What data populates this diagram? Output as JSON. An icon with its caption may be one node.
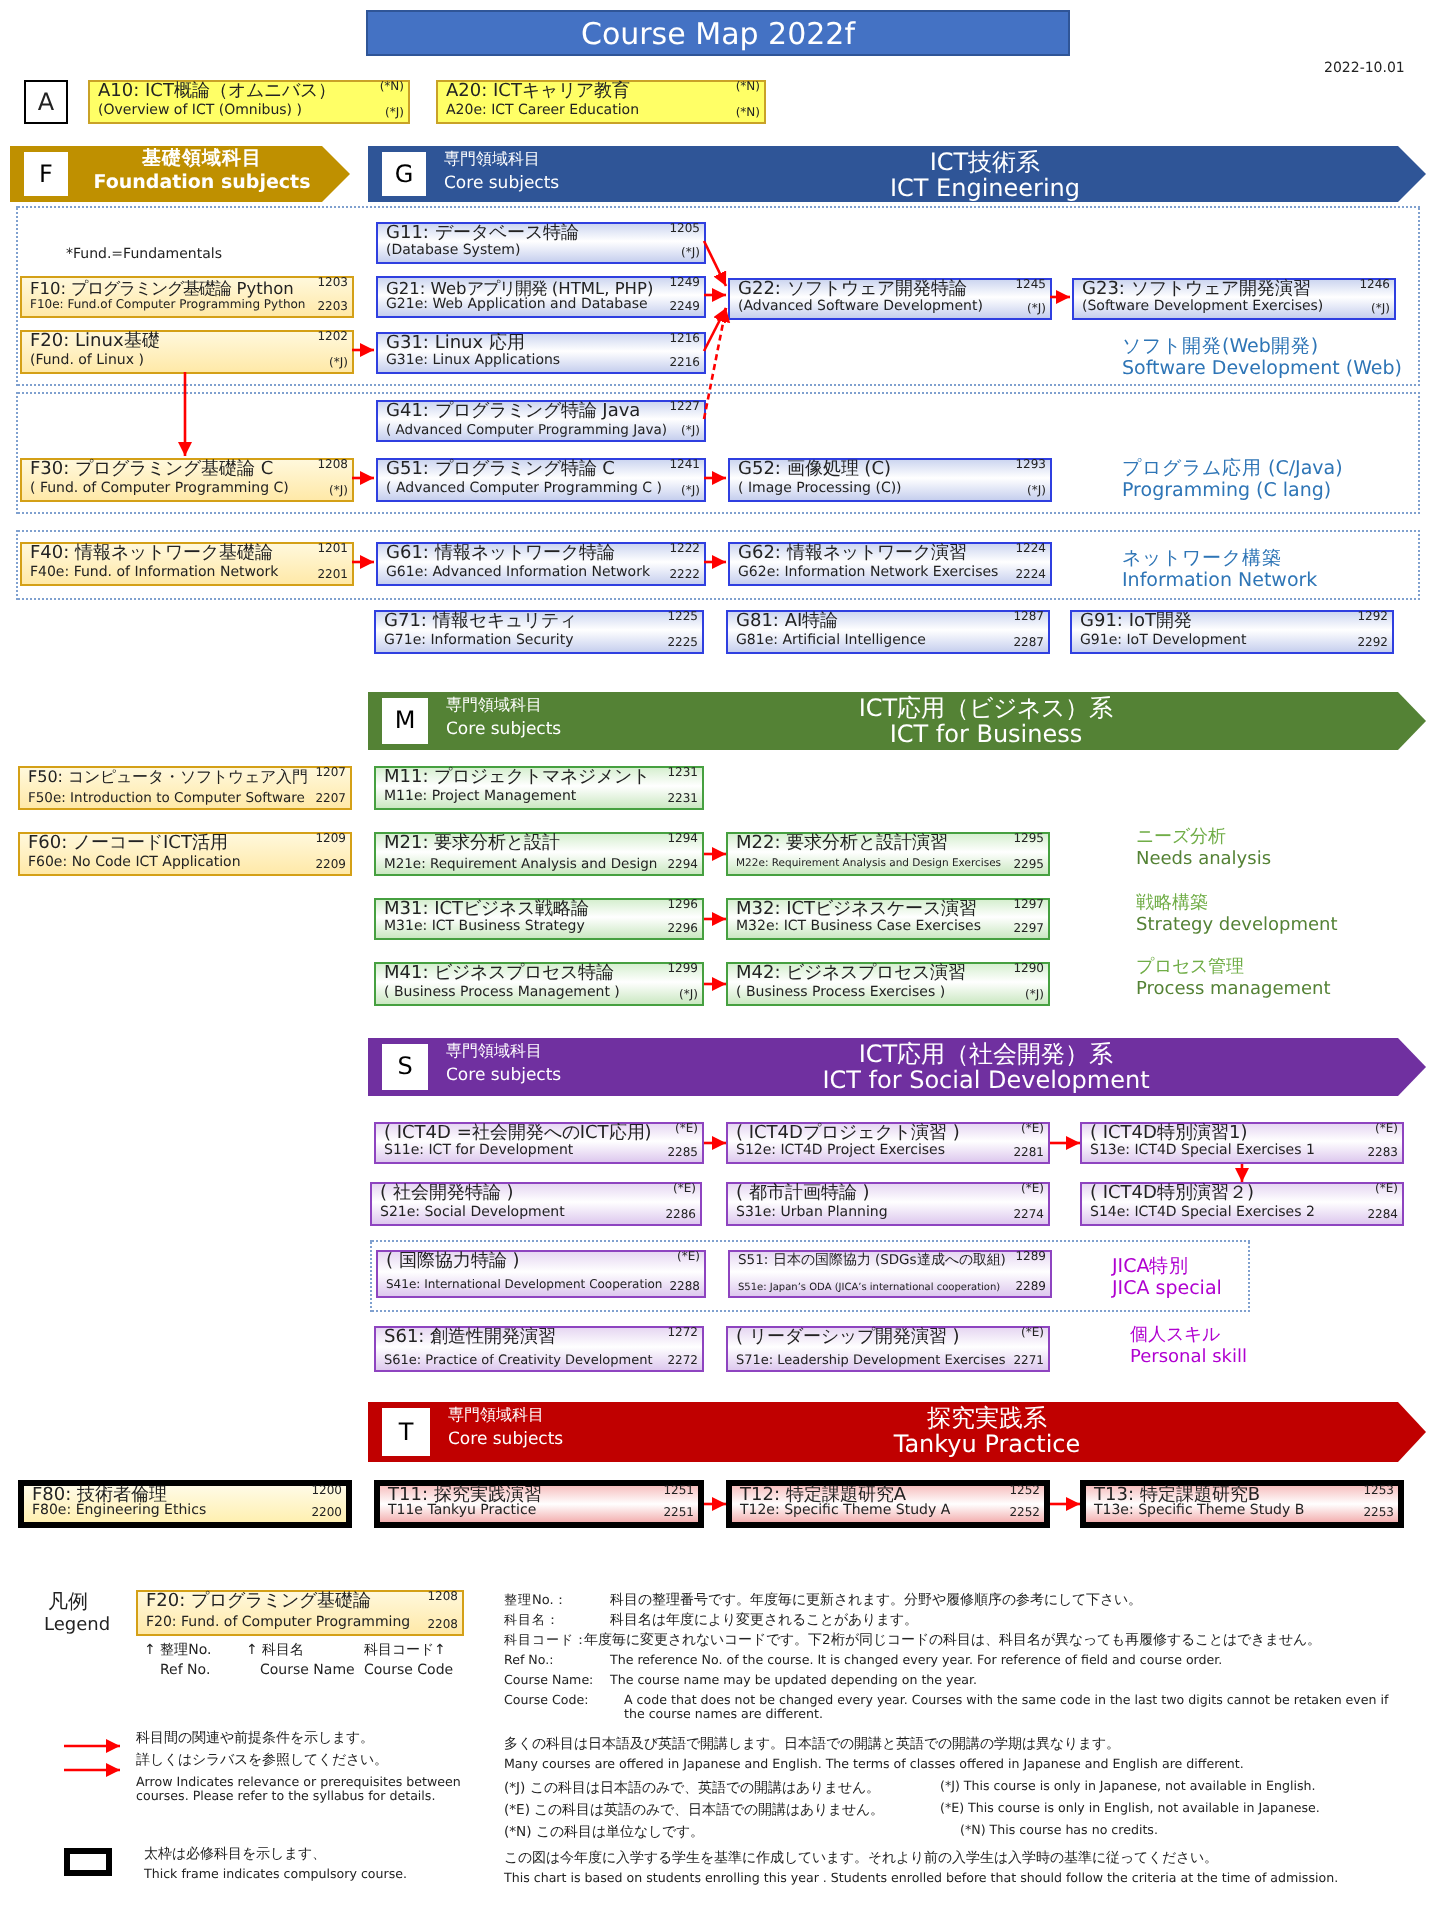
{
  "diagram": {
    "title": "Course Map 2022f",
    "nodes": [
      {
        "text": [
          "A"
        ]
      },
      {
        "text": [
          "A10: ICT概論（オムニバス）",
          "(*N)",
          "(Overview of ICT (Omnibus) )",
          "(*J)"
        ]
      },
      {
        "text": [
          "A20: ICTキャリア教育",
          "(*N)",
          "A20e: ICT Career Education",
          "(*N)"
        ]
      },
      {
        "text": [
          "F",
          "基礎領域科目",
          "Foundation subjects"
        ]
      },
      {
        "text": [
          "G",
          "専門領域科目",
          "Core subjects",
          "ICT技術系",
          "ICT Engineering"
        ]
      },
      {
        "text": [
          "ソフト開発(Web開発)",
          "Software Development (Web)"
        ]
      },
      {
        "text": [
          "G11: データベース特論",
          "1205",
          "(Database System)",
          "(*J)"
        ],
        "in": 5
      },
      {
        "text": [
          "F10: プログラミング基礎論 Python",
          "1203",
          "F10e: Fund.of Computer Programming Python",
          "2203"
        ],
        "in": 5
      },
      {
        "text": [
          "G21: Webアプリ開発 (HTML, PHP)",
          "1249",
          "G21e: Web Application and Database",
          "2249"
        ],
        "in": 5
      },
      {
        "text": [
          "G22: ソフトウェア開発特論",
          "1245",
          "(Advanced Software Development)",
          "(*J)"
        ],
        "in": 5
      },
      {
        "text": [
          "G23: ソフトウェア開発演習",
          "1246",
          "(Software Development Exercises)",
          "(*J)"
        ],
        "in": 5
      },
      {
        "text": [
          "F20: Linux基礎",
          "1202",
          "(Fund. of Linux )",
          "(*J)"
        ],
        "in": 5
      },
      {
        "text": [
          "G31: Linux 応用",
          "1216",
          "G31e: Linux Applications",
          "2216"
        ],
        "in": 5
      },
      {
        "text": [
          "プログラム応用 (C/Java)",
          "Programming (C lang)"
        ]
      },
      {
        "text": [
          "G41: プログラミング特論 Java",
          "1227",
          "( Advanced Computer Programming Java)",
          "(*J)"
        ],
        "in": 13
      },
      {
        "text": [
          "F30: プログラミング基礎論 C",
          "1208",
          "( Fund. of Computer Programming C)",
          "(*J)"
        ],
        "in": 13
      },
      {
        "text": [
          "G51: プログラミング特論 C",
          "1241",
          "( Advanced Computer Programming C )",
          "(*J)"
        ],
        "in": 13
      },
      {
        "text": [
          "G52: 画像処理 (C)",
          "1293",
          "( Image Processing (C))",
          "(*J)"
        ],
        "in": 13
      },
      {
        "text": [
          "ネットワーク構築",
          "Information Network"
        ]
      },
      {
        "text": [
          "F40: 情報ネットワーク基礎論",
          "1201",
          "F40e: Fund. of Information Network",
          "2201"
        ],
        "in": 18
      },
      {
        "text": [
          "G61: 情報ネットワーク特論",
          "1222",
          "G61e: Advanced Information Network",
          "2222"
        ],
        "in": 18
      },
      {
        "text": [
          "G62: 情報ネットワーク演習",
          "1224",
          "G62e: Information Network Exercises",
          "2224"
        ],
        "in": 18
      },
      {
        "text": [
          "G71: 情報セキュリティ",
          "1225",
          "G71e: Information Security",
          "2225"
        ]
      },
      {
        "text": [
          "G81: AI特論",
          "1287",
          "G81e: Artificial Intelligence",
          "2287"
        ]
      },
      {
        "text": [
          "G91: IoT開発",
          "1292",
          "G91e: IoT Development",
          "2292"
        ]
      },
      {
        "text": [
          "M",
          "専門領域科目",
          "Core subjects",
          "ICT応用（ビジネス）系",
          "ICT for Business"
        ]
      },
      {
        "text": [
          "F50: コンピュータ・ソフトウェア入門",
          "1207",
          "F50e: Introduction to Computer Software",
          "2207"
        ]
      },
      {
        "text": [
          "M11: プロジェクトマネジメント",
          "1231",
          "M11e: Project Management",
          "2231"
        ]
      },
      {
        "text": [
          "F60: ノーコードICT活用",
          "1209",
          "F60e: No Code ICT Application",
          "2209"
        ]
      },
      {
        "text": [
          "M21: 要求分析と設計",
          "1294",
          "M21e: Requirement Analysis and Design",
          "2294"
        ]
      },
      {
        "text": [
          "M22: 要求分析と設計演習",
          "1295",
          "M22e: Requirement Analysis and Design Exercises",
          "2295"
        ]
      },
      {
        "text": [
          "M31: ICTビジネス戦略論",
          "1296",
          "M31e: ICT Business Strategy",
          "2296"
        ]
      },
      {
        "text": [
          "M32: ICTビジネスケース演習",
          "1297",
          "M32e: ICT Business Case Exercises",
          "2297"
        ]
      },
      {
        "text": [
          "M41: ビジネスプロセス特論",
          "1299",
          "( Business Process Management )",
          "(*J)"
        ]
      },
      {
        "text": [
          "M42: ビジネスプロセス演習",
          "1290",
          "( Business Process Exercises )",
          "(*J)"
        ]
      },
      {
        "text": [
          "S",
          "専門領域科目",
          "Core subjects",
          "ICT応用（社会開発）系",
          "ICT for Social Development"
        ]
      },
      {
        "text": [
          "( ICT4D =社会開発へのICT応用)",
          "(*E)",
          "S11e: ICT for Development",
          "2285"
        ]
      },
      {
        "text": [
          "( ICT4Dプロジェクト演習 )",
          "(*E)",
          "S12e: ICT4D Project Exercises",
          "2281"
        ]
      },
      {
        "text": [
          "( ICT4D特別演習1)",
          "(*E)",
          "S13e: ICT4D Special Exercises 1",
          "2283"
        ]
      },
      {
        "text": [
          "( 社会開発特論 )",
          "(*E)",
          "S21e: Social Development",
          "2286"
        ]
      },
      {
        "text": [
          "( 都市計画特論 )",
          "(*E)",
          "S31e: Urban Planning",
          "2274"
        ]
      },
      {
        "text": [
          "( ICT4D特別演習２)",
          "(*E)",
          "S14e: ICT4D Special Exercises 2",
          "2284"
        ]
      },
      {
        "text": [
          "JICA特別",
          "JICA special"
        ]
      },
      {
        "text": [
          "( 国際協力特論 )",
          "(*E)",
          "S41e: International Development Cooperation",
          "2288"
        ],
        "in": 42
      },
      {
        "text": [
          "S51: 日本の国際協力 (SDGs達成への取組)",
          "1289",
          "S51e: Japan’s ODA (JICA’s international cooperation)",
          "2289"
        ],
        "in": 42
      },
      {
        "text": [
          "S61: 創造性開発演習",
          "1272",
          "S61e: Practice of Creativity Development",
          "2272"
        ]
      },
      {
        "text": [
          "( リーダーシップ開発演習 )",
          "(*E)",
          "S71e: Leadership Development Exercises",
          "2271"
        ]
      },
      {
        "text": [
          "T",
          "専門領域科目",
          "Core subjects",
          "探究実践系",
          "Tankyu Practice"
        ]
      },
      {
        "text": [
          "F80: 技術者倫理",
          "1200",
          "F80e: Engineering Ethics",
          "2200"
        ]
      },
      {
        "text": [
          "T11: 探究実践演習",
          "1251",
          "T11e Tankyu Practice",
          "2251"
        ]
      },
      {
        "text": [
          "T12: 特定課題研究A",
          "1252",
          "T12e: Specific Theme Study A",
          "2252"
        ]
      },
      {
        "text": [
          "T13: 特定課題研究B",
          "1253",
          "T13e: Specific Theme Study B",
          "2253"
        ]
      },
      {
        "text": [
          "F20: プログラミング基礎論",
          "1208",
          "F20: Fund. of Computer Programming",
          "2208"
        ]
      }
    ],
    "edges": [
      {
        "from": 6,
        "to": 9,
        "arrow": "to"
      },
      {
        "from": 8,
        "to": 9,
        "arrow": "to"
      },
      {
        "from": 12,
        "to": 9,
        "arrow": "to"
      },
      {
        "from": 14,
        "to": 9,
        "arrow": "to",
        "style": "dashed"
      },
      {
        "from": 9,
        "to": 10,
        "arrow": "to"
      },
      {
        "from": 11,
        "to": 12,
        "arrow": "to"
      },
      {
        "from": 11,
        "to": 15,
        "arrow": "to"
      },
      {
        "from": 15,
        "to": 16,
        "arrow": "to"
      },
      {
        "from": 16,
        "to": 17,
        "arrow": "to"
      },
      {
        "from": 19,
        "to": 20,
        "arrow": "to"
      },
      {
        "from": 20,
        "to": 21,
        "arrow": "to"
      },
      {
        "from": 29,
        "to": 30,
        "arrow": "to"
      },
      {
        "from": 31,
        "to": 32,
        "arrow": "to"
      },
      {
        "from": 33,
        "to": 34,
        "arrow": "to"
      },
      {
        "from": 36,
        "to": 37,
        "arrow": "to"
      },
      {
        "from": 37,
        "to": 38,
        "arrow": "to"
      },
      {
        "from": 38,
        "to": 41,
        "arrow": "to"
      },
      {
        "from": 49,
        "to": 50,
        "arrow": "to"
      },
      {
        "from": 50,
        "to": 51,
        "arrow": "to"
      }
    ],
    "labels": [
      "2022-10.01",
      "*Fund.=Fundamentals",
      "ニーズ分析",
      "Needs analysis",
      "戦略構築",
      "Strategy development",
      "プロセス管理",
      "Process management",
      "個人スキル",
      "Personal skill",
      "凡例",
      "Legend",
      "↑ 整理No.",
      "Ref No.",
      "↑ 科目名",
      "Course Name",
      "科目コード↑",
      "Course Code",
      "整理No.：",
      "科目の整理番号です。年度毎に更新されます。分野や履修順序の参考にして下さい。",
      "科目名：",
      "科目名は年度により変更されることがあります。",
      "科目コード：",
      "年度毎に変更されないコードです。下2桁が同じコードの科目は、科目名が異なっても再履修することはできません。",
      "Ref No.:",
      "The reference No. of the course. It is changed every year. For reference of field and course order.",
      "Course Name:",
      "The course name may be updated depending on the year.",
      "Course Code:",
      "A code that does not be changed every year. Courses with the same code in the last two digits cannot be retaken even if the course names are different.",
      "多くの科目は日本語及び英語で開講します。日本語での開講と英語での開講の学期は異なります。",
      "Many courses are offered in Japanese and English. The terms of classes offered in Japanese and English are different.",
      "(*J) この科目は日本語のみで、英語での開講はありません。",
      "(*J) This course is only in Japanese, not available in English.",
      "(*E) この科目は英語のみで、日本語での開講はありません。",
      "(*E) This course is only in English, not available in Japanese.",
      "(*N) この科目は単位なしです。",
      "(*N) This course has no credits.",
      "この図は今年度に入学する学生を基準に作成しています。それより前の入学生は入学時の基準に従ってください。",
      "This chart is based on students enrolling this year . Students enrolled before that should follow the criteria at the time of admission.",
      "Arrow Indicates relevance or prerequisites between courses. Please refer to the syllabus for details.",
      "Thick frame indicates compulsory course."
    ],
    "legend": [
      {
        "text": "科目間の関連や前提条件を示します。"
      },
      {
        "text": "詳しくはシラバスを参照してください。"
      },
      {
        "text": "太枠は必修科目を示します、"
      }
    ]
  }
}
